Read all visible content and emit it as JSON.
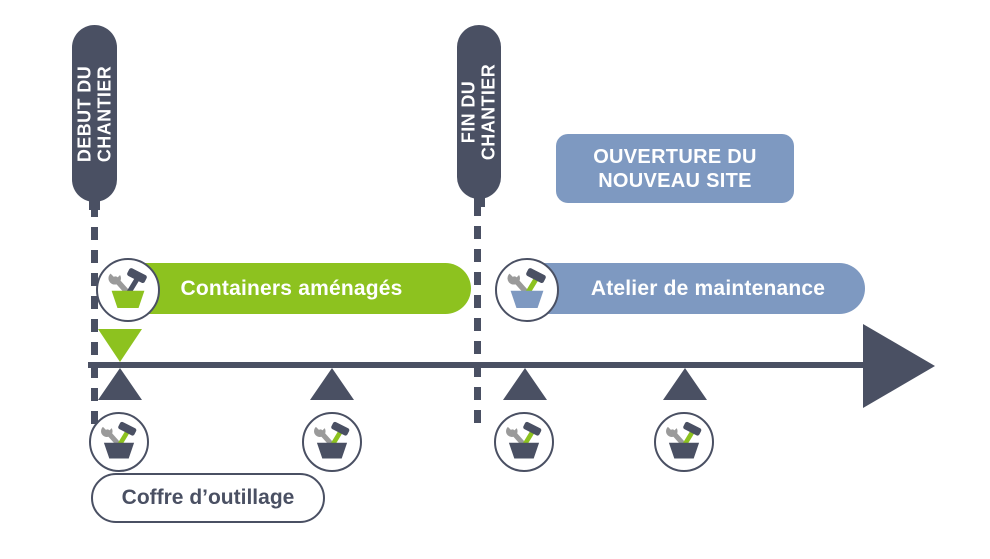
{
  "palette": {
    "dark": "#4a5063",
    "green": "#8dc21f",
    "blue": "#7e99c1",
    "wrench_gray": "#9a9a9a",
    "text_on_fill": "#ffffff"
  },
  "milestones": {
    "start": {
      "line1": "DEBUT DU",
      "line2": "CHANTIER"
    },
    "end": {
      "line1": "FIN DU",
      "line2": "CHANTIER"
    }
  },
  "opening_badge": {
    "line1": "OUVERTURE DU",
    "line2": "NOUVEAU SITE"
  },
  "phases": [
    {
      "label": "Containers aménagés",
      "color": "#8dc21f",
      "icon": "toolbox-icon"
    },
    {
      "label": "Atelier de maintenance",
      "color": "#7e99c1",
      "icon": "toolbox-icon"
    }
  ],
  "axis": {
    "direction": "right",
    "marker_count": 4,
    "marker_icon": "toolbox-icon",
    "start_marker_icon": "down-triangle-icon"
  },
  "legend": {
    "label": "Coffre d’outillage"
  },
  "icons": {
    "toolbox": "toolbox-icon",
    "wrench": "wrench-icon",
    "hammer": "hammer-icon",
    "arrow": "timeline-arrowhead-icon"
  }
}
